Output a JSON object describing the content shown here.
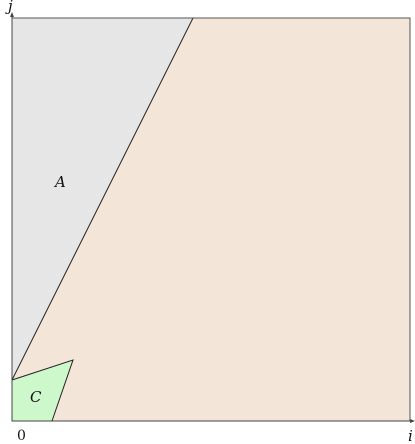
{
  "diagram": {
    "axes": {
      "x_label": "i",
      "y_label": "j",
      "origin_label": "0"
    },
    "regions": [
      {
        "label": "A",
        "fill": "#e6e6e6"
      },
      {
        "label": "",
        "fill": "#f3e6d8"
      },
      {
        "label": "C",
        "fill": "#ccf8cc"
      }
    ],
    "colors": {
      "stroke": "#222222",
      "axis": "#555555"
    }
  }
}
